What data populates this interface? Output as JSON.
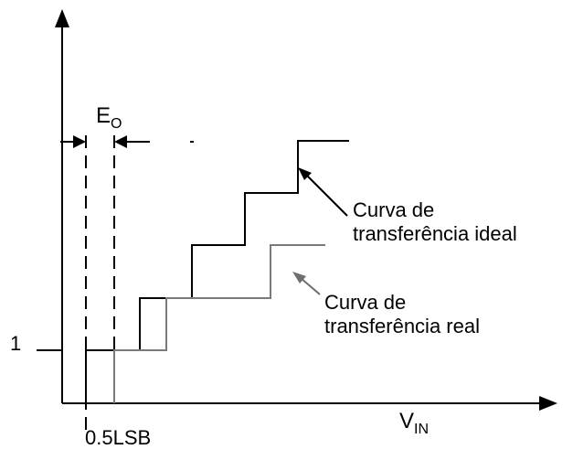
{
  "labels": {
    "offset_error": "E",
    "offset_error_sub": "O",
    "y_tick_one": "1",
    "x_axis_main": "V",
    "x_axis_sub": "IN",
    "half_lsb": "0.5LSB",
    "ideal_line1": "Curva de",
    "ideal_line2": "transferência ideal",
    "real_line1": "Curva de",
    "real_line2": "transferência real"
  },
  "colors": {
    "axis": "#000000",
    "ideal_curve": "#000000",
    "real_curve": "#7a7a7a",
    "real_arrow": "#6e6e6e"
  }
}
